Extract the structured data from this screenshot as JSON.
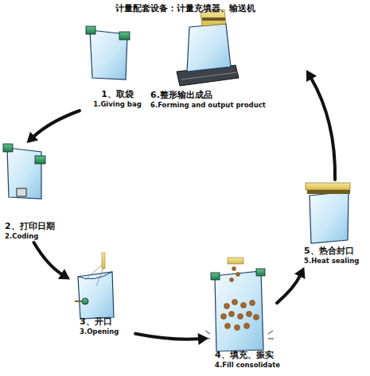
{
  "diagram": {
    "title": "计量配套设备：计量充填器、输送机",
    "nodes": [
      {
        "text": [
          "1、取袋",
          "1.Giving bag"
        ]
      },
      {
        "text": [
          "2、打印日期",
          "2.Coding"
        ]
      },
      {
        "text": [
          "3、开口",
          "3.Opening"
        ]
      },
      {
        "text": [
          "4、填充、振实",
          "4.Fill consolidate"
        ]
      },
      {
        "text": [
          "5、热合封口",
          "5.Heat sealing"
        ]
      },
      {
        "text": [
          "6.整形输出成品",
          "6.Forming and output product"
        ]
      }
    ],
    "edges": [
      {
        "from": 0,
        "to": 1,
        "arrow": "to"
      },
      {
        "from": 1,
        "to": 2,
        "arrow": "to"
      },
      {
        "from": 2,
        "to": 3,
        "arrow": "to"
      },
      {
        "from": 3,
        "to": 4,
        "arrow": "to"
      },
      {
        "from": 4,
        "to": 5,
        "arrow": "to"
      }
    ]
  }
}
